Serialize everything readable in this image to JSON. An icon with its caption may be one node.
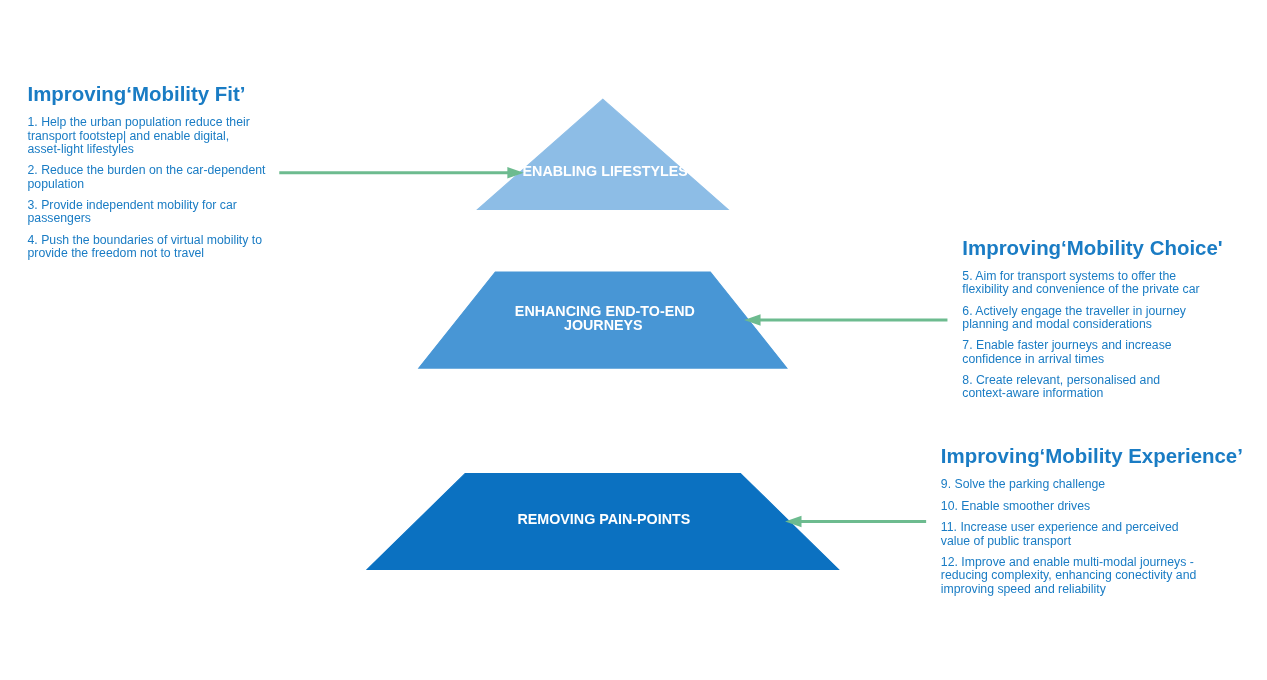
{
  "diagram": {
    "nodes": [
      {
        "text": [
          "Improving‘Mobility Fit’",
          "1. Help the urban population reduce their transport footstep| and enable digital, asset-light lifestyles",
          "2. Reduce the burden on the car-dependent population",
          "3. Provide independent mobility for car passengers",
          "4. Push the boundaries of virtual mobility to provide the freedom not to travel"
        ]
      },
      {
        "text": [
          "Improving‘Mobility Choice'",
          "5. Aim for transport systems to offer the flexibility and convenience of the private car",
          "6. Actively engage the traveller in journey planning and modal considerations",
          "7. Enable faster journeys and increase confidence in arrival times",
          "8. Create relevant, personalised and context-aware information"
        ]
      },
      {
        "text": [
          "Improving‘Mobility Experience’",
          "9. Solve the parking challenge",
          "10. Enable smoother drives",
          "11. Increase user experience and perceived value of public transport",
          "12. Improve and enable multi-modal journeys - reducing complexity, enhancing conectivity and improving speed and reliability"
        ]
      },
      {
        "text": [
          "ENABLING LIFESTYLES"
        ]
      },
      {
        "text": [
          "ENHANCING END-TO-END JOURNEYS"
        ]
      },
      {
        "text": [
          "REMOVING PAIN-POINTS"
        ]
      }
    ],
    "edges": [
      {
        "from": 0,
        "to": 3,
        "arrow": "to"
      },
      {
        "from": 1,
        "to": 4,
        "arrow": "to"
      },
      {
        "from": 2,
        "to": 5,
        "arrow": "to"
      }
    ]
  }
}
